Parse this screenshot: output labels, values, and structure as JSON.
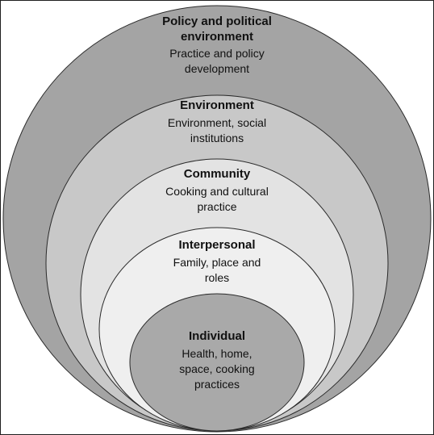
{
  "layers": [
    {
      "title": "Policy and political environment",
      "title_line1": "Policy and political",
      "title_line2": "environment",
      "desc_line1": "Practice and policy",
      "desc_line2": "development",
      "fill": "#a4a4a4"
    },
    {
      "title": "Environment",
      "desc_line1": "Environment, social",
      "desc_line2": "institutions",
      "fill": "#c8c8c8"
    },
    {
      "title": "Community",
      "desc_line1": "Cooking and cultural",
      "desc_line2": "practice",
      "fill": "#e3e3e3"
    },
    {
      "title": "Interpersonal",
      "desc_line1": "Family, place and",
      "desc_line2": "roles",
      "fill": "#efefef"
    },
    {
      "title": "Individual",
      "desc_line1": "Health, home,",
      "desc_line2": "space, cooking",
      "desc_line3": "practices",
      "fill": "#a9a9a9"
    }
  ]
}
